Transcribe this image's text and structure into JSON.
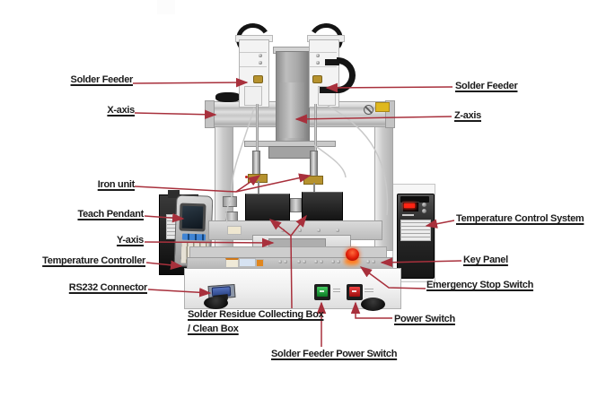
{
  "labels": {
    "solder_feeder_left": "Solder Feeder",
    "solder_feeder_right": "Solder Feeder",
    "x_axis": "X-axis",
    "z_axis": "Z-axis",
    "iron_unit": "Iron unit",
    "teach_pendant": "Teach Pendant",
    "y_axis": "Y-axis",
    "temperature_controller": "Temperature Controller",
    "rs232_connector": "RS232 Connector",
    "solder_residue_line1": "Solder Residue Collecting Box",
    "solder_residue_line2": "/ Clean Box",
    "solder_feeder_power_switch": "Solder Feeder Power Switch",
    "temperature_control_system": "Temperature Control System",
    "key_panel": "Key Panel",
    "emergency_stop_switch": "Emergency Stop Switch",
    "power_switch": "Power Switch"
  },
  "colors": {
    "leader_line": "#a8303c",
    "label_text": "#1b1b1b",
    "emergency_stop_red": "#e01c08",
    "green_switch": "#1fa33c",
    "red_switch": "#c11212",
    "rs232_blue": "#3c55a0",
    "warning_sticker_yellow": "#dfb81f",
    "brass_clamp": "#b6922e",
    "machine_light_gray": "#d6d6d6",
    "dark_unit": "#1a1a1a",
    "background": "#ffffff"
  }
}
